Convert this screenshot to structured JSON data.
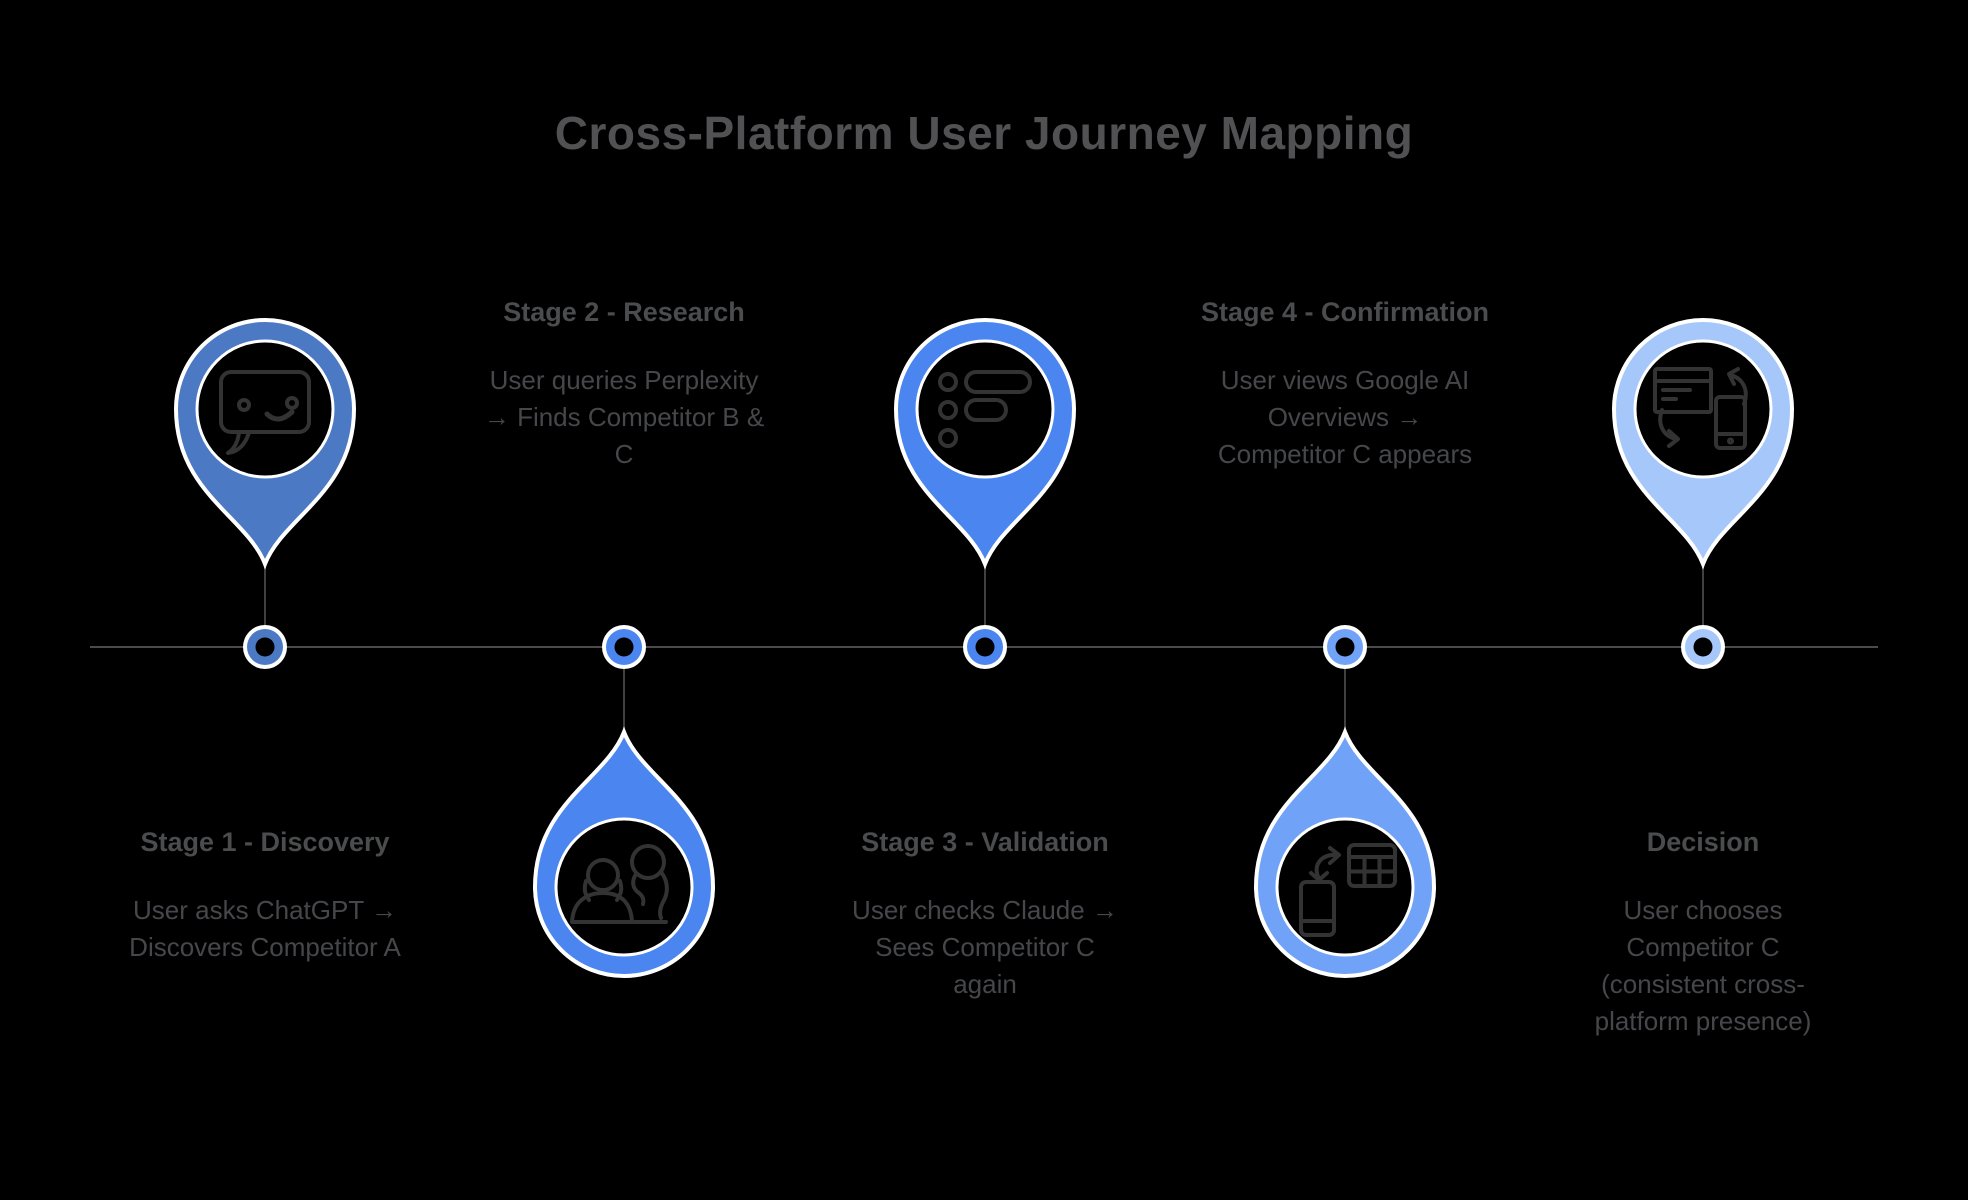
{
  "title": "Cross-Platform User Journey Mapping",
  "colors": {
    "background": "#000000",
    "pin_outline": "#ffffff",
    "icon_stroke": "#333333",
    "timeline_line": "#4a4b4d",
    "title_text": "#515153",
    "stage_title_text": "#4b4c4e",
    "body_text": "#46474a"
  },
  "stages": [
    {
      "title": "Stage 1 - Discovery",
      "description": "User asks ChatGPT →\nDiscovers Competitor A",
      "pin_color": "#4b79c4",
      "icon": "chatbot-icon",
      "pin_side": "above-timeline",
      "label_side": "below-timeline"
    },
    {
      "title": "Stage 2 - Research",
      "description": "User queries Perplexity\n→ Finds Competitor B &\nC",
      "pin_color": "#4a85f0",
      "icon": "two-people-icon",
      "pin_side": "below-timeline",
      "label_side": "above-timeline"
    },
    {
      "title": "Stage 3 - Validation",
      "description": "User checks Claude →\nSees Competitor C\nagain",
      "pin_color": "#4a85f0",
      "icon": "bullet-list-icon",
      "pin_side": "above-timeline",
      "label_side": "below-timeline"
    },
    {
      "title": "Stage 4 - Confirmation",
      "description": "User views Google AI\nOverviews →\nCompetitor C appears",
      "pin_color": "#70a2f7",
      "icon": "phone-grid-sync-icon",
      "pin_side": "below-timeline",
      "label_side": "above-timeline"
    },
    {
      "title": "Decision",
      "description": "User chooses\nCompetitor C\n(consistent cross-\nplatform presence)",
      "pin_color": "#a6c7fa",
      "icon": "browser-phone-sync-icon",
      "pin_side": "above-timeline",
      "label_side": "below-timeline"
    }
  ]
}
